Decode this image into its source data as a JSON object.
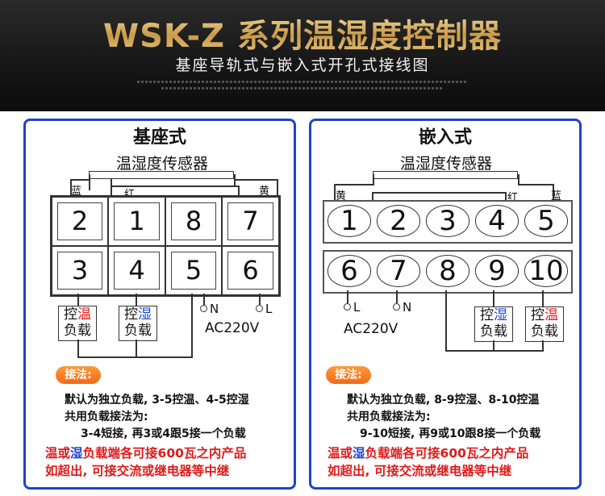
{
  "header": {
    "title": "WSK-Z 系列温湿度控制器",
    "subtitle": "基座导轨式与嵌入式开孔式接线图"
  },
  "left": {
    "title": "基座式",
    "sensor": "温湿度传感器",
    "wire_labels": {
      "blue": "蓝",
      "red": "红",
      "yellow": "黄"
    },
    "row1": [
      "2",
      "1",
      "8",
      "7"
    ],
    "row2": [
      "3",
      "4",
      "5",
      "6"
    ],
    "load_temp": {
      "a": "控",
      "b": "温",
      "c": "负载"
    },
    "load_hum": {
      "a": "控",
      "b": "湿",
      "c": "负载"
    },
    "terminals": {
      "n": "N",
      "l": "L"
    },
    "power": "AC220V",
    "badge": "接法:",
    "note1": "默认为独立负载, 3-5控温、4-5控湿",
    "note2": "共用负载接法为:",
    "note3": "3-4短接, 再3或4跟5接一个负载",
    "warn1": {
      "a": "温或",
      "b": "湿",
      "c": "负载端各可接600瓦之内产品"
    },
    "warn2": "如超出, 可接交流或继电器等中继"
  },
  "right": {
    "title": "嵌入式",
    "sensor": "温湿度传感器",
    "wire_labels": {
      "yellow": "黄",
      "red": "红",
      "blue": "蓝"
    },
    "row1": [
      "1",
      "2",
      "3",
      "4",
      "5"
    ],
    "row2": [
      "6",
      "7",
      "8",
      "9",
      "10"
    ],
    "terminals": {
      "l": "L",
      "n": "N"
    },
    "power": "AC220V",
    "load_hum": {
      "a": "控",
      "b": "湿",
      "c": "负载"
    },
    "load_temp": {
      "a": "控",
      "b": "温",
      "c": "负载"
    },
    "badge": "接法:",
    "note1": "默认为独立负载, 8-9控湿、8-10控温",
    "note2": "共用负载接法为:",
    "note3": "9-10短接, 再9或10跟8接一个负载",
    "warn1": {
      "a": "温或",
      "b": "湿",
      "c": "负载端各可接600瓦之内产品"
    },
    "warn2": "如超出, 可接交流或继电器等中继"
  },
  "colors": {
    "panel_border": "#2441c9",
    "title_gold": "#d8b46a",
    "warning_red": "#e11a1a",
    "humidity_blue": "#2247d8",
    "badge_orange": "#f06a14"
  }
}
